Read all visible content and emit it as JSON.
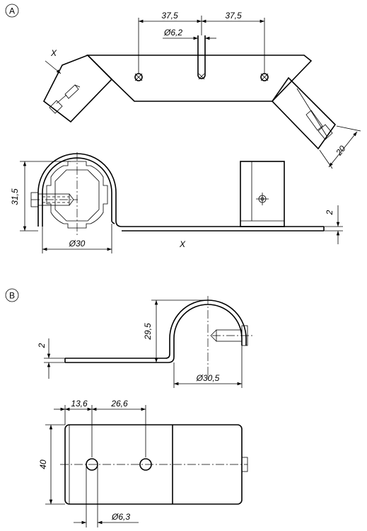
{
  "views": {
    "a": {
      "label": "A"
    },
    "b": {
      "label": "B"
    }
  },
  "dimensions": {
    "a_spacing_left": "37,5",
    "a_spacing_right": "37,5",
    "a_slot_dia": "Ø6,2",
    "a_section_mark_top": "X",
    "a_width_20": "20",
    "a_height_31_5": "31,5",
    "a_thickness_2": "2",
    "a_dia_30": "Ø30",
    "a_section_mark_bottom": "X",
    "b_thickness_2": "2",
    "b_height_29_5": "29,5",
    "b_dia_30_5": "Ø30,5",
    "b_offset_13_6": "13,6",
    "b_spacing_26_6": "26,6",
    "b_width_40": "40",
    "b_hole_dia": "Ø6,3"
  }
}
